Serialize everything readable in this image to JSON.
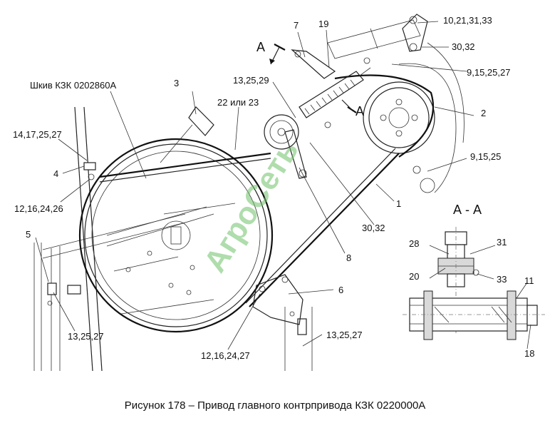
{
  "labels": {
    "l_10_21_31_33": "10,21,31,33",
    "l_19": "19",
    "l_7": "7",
    "l_30_32_top": "30,32",
    "l_9_15_25_27": "9,15,25,27",
    "l_13_25_29": "13,25,29",
    "l_A_top": "А",
    "l_A_mid": "А",
    "l_pulley": "Шкив КЗК 0202860А",
    "l_3": "3",
    "l_22_23": "22 или 23",
    "l_2": "2",
    "l_14_17_25_27": "14,17,25,27",
    "l_9_15_25": "9,15,25",
    "l_4": "4",
    "l_12_16_24_26": "12,16,24,26",
    "l_1": "1",
    "l_AA": "А - А",
    "l_5": "5",
    "l_30_32_mid": "30,32",
    "l_28": "28",
    "l_31": "31",
    "l_8": "8",
    "l_20": "20",
    "l_33": "33",
    "l_11": "11",
    "l_6": "6",
    "l_13_25_27_left": "13,25,27",
    "l_13_25_27_right": "13,25,27",
    "l_12_16_24_27": "12,16,24,27",
    "l_18": "18"
  },
  "watermark": "АгроСеть",
  "caption": "Рисунок 178 – Привод главного контрпривода КЗК 0220000А",
  "colors": {
    "watermark": "#6fc36a",
    "line": "#222222"
  }
}
